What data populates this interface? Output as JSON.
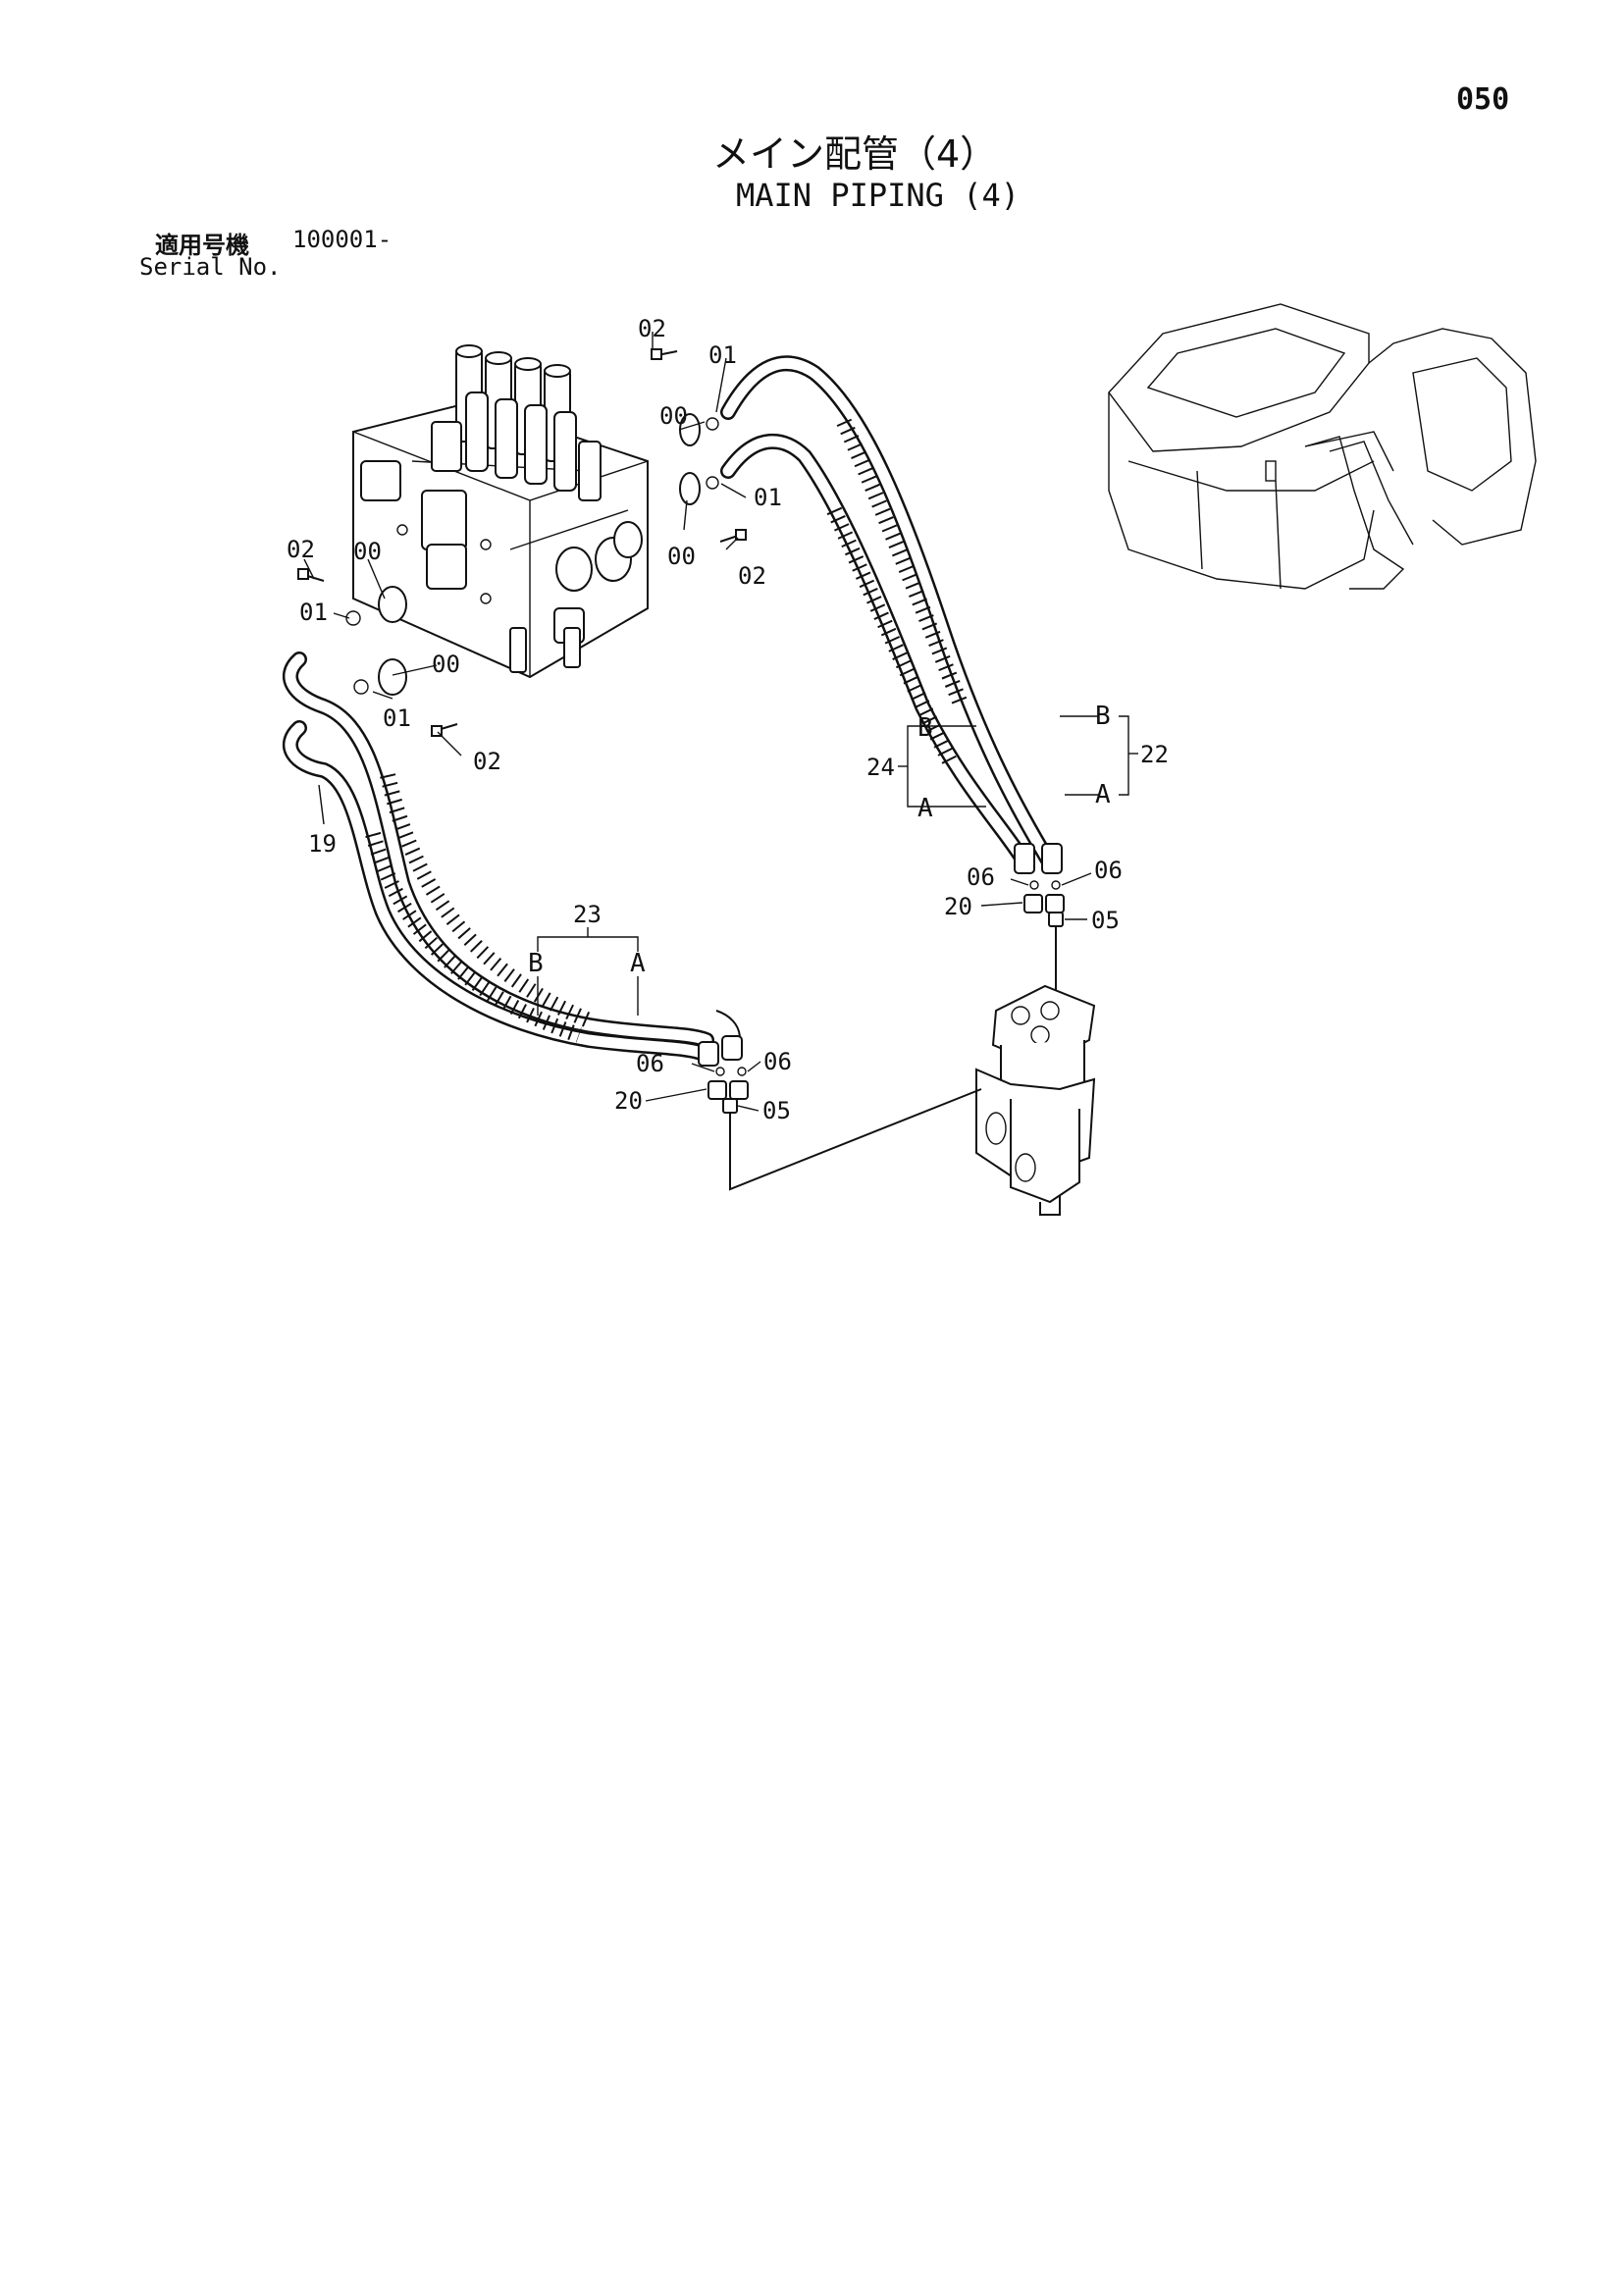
{
  "page_number": "050",
  "title_jp": "メイン配管（4）",
  "title_en": "MAIN PIPING (4)",
  "serial": {
    "label_jp": "適用号機",
    "value": "100001-",
    "label_en": "Serial No."
  },
  "callouts": {
    "c00a": "00",
    "c01a": "01",
    "c02a": "02",
    "c00b": "00",
    "c01b": "01",
    "c02b": "02",
    "c02c": "02",
    "c00c": "00",
    "c01c": "01",
    "c00d": "00",
    "c01d": "01",
    "c02d": "02",
    "c19": "19",
    "c22": "22",
    "c24": "24",
    "c22B": "B",
    "c22A": "A",
    "c24B": "B",
    "c24A": "A",
    "c23": "23",
    "c23B": "B",
    "c23A": "A",
    "c06a": "06",
    "c06b": "06",
    "c20a": "20",
    "c05a": "05",
    "c06c": "06",
    "c06d": "06",
    "c20b": "20",
    "c05b": "05"
  },
  "colors": {
    "ink": "#111111",
    "paper": "#ffffff"
  }
}
